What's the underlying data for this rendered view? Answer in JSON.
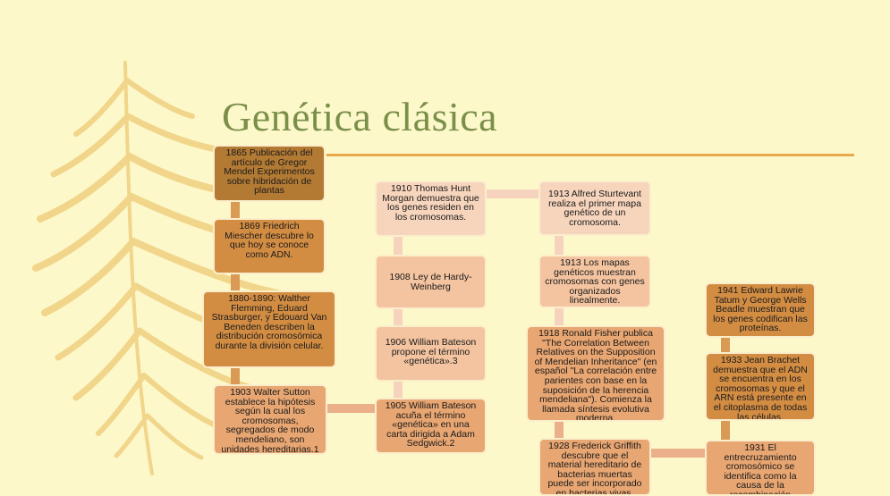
{
  "title": "Genética clásica",
  "colors": {
    "background": "#fdf8c9",
    "title": "#7b8f4a",
    "rule": "#e9a94b",
    "leaf": "#f1d58a"
  },
  "decoration": {
    "leaf_icon": "feather-leaf-icon"
  },
  "timeline": {
    "col1": [
      "1865 Publicación del artículo de Gregor Mendel Experimentos sobre hibridación de plantas",
      "1869 Friedrich Miescher descubre lo que hoy se conoce como ADN.",
      "1880-1890: Walther Flemming, Eduard Strasburger, y Edouard Van Beneden describen la distribución cromosómica durante la división celular.",
      "1903 Walter Sutton establece la hipótesis según la cual los cromosomas, segregados de modo mendeliano, son unidades hereditarias.1"
    ],
    "col2": [
      "1910 Thomas Hunt Morgan demuestra que los genes residen en los cromosomas.",
      "1908 Ley de Hardy-Weinberg",
      "1906 William Bateson propone el término «genética».3",
      "1905 William Bateson acuña el término «genética» en una carta dirigida a Adam Sedgwick.2"
    ],
    "col3": [
      "1913 Alfred Sturtevant realiza el primer mapa genético de un cromosoma.",
      "1913 Los mapas genéticos muestran cromosomas con genes organizados linealmente.",
      "1918 Ronald Fisher publica \"The Correlation Between Relatives on the Supposition of Mendelian Inheritance\" (en español \"La correlación entre parientes con base en la suposición de la herencia mendeliana\"). Comienza la llamada síntesis evolutiva moderna.",
      "1928 Frederick Griffith descubre que el material hereditario de bacterias muertas puede ser incorporado en bacterias vivas."
    ],
    "col4": [
      "1941 Edward Lawrie Tatum y George Wells Beadle muestran que los genes codifican las proteínas.",
      "1933 Jean Brachet demuestra que el ADN se encuentra en los cromosomas y que el ARN está presente en el citoplasma de todas las células.",
      "1931 El entrecruzamiento cromosómico se identifica como la causa de la recombinación genética."
    ]
  }
}
